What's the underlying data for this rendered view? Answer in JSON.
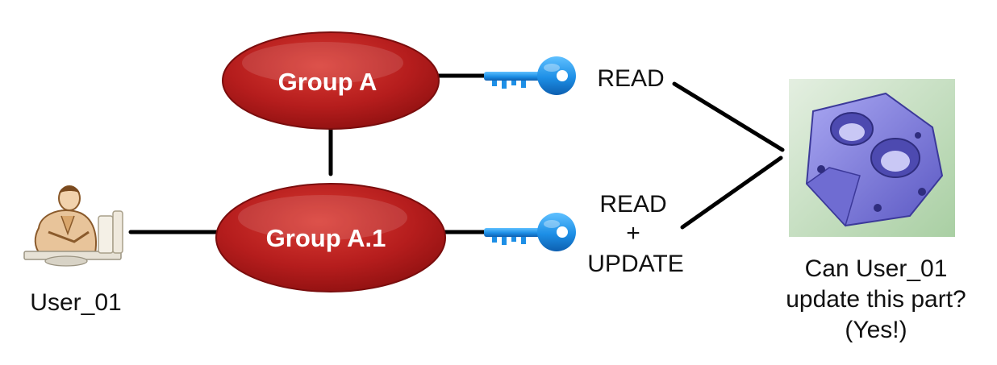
{
  "groups": {
    "group_a": {
      "label": "Group A"
    },
    "group_a1": {
      "label": "Group A.1"
    }
  },
  "user": {
    "label": "User_01",
    "icon": "user-at-desk-icon"
  },
  "permissions": {
    "read": {
      "label": "READ"
    },
    "read_update": {
      "line1": "READ",
      "line2": "+",
      "line3": "UPDATE"
    }
  },
  "part": {
    "icon": "cad-part-icon",
    "question_line1": "Can User_01",
    "question_line2": "update this part?",
    "question_line3": "(Yes!)"
  },
  "colors": {
    "group_fill": "#b51d1d",
    "key_blue": "#1d8fe6",
    "part_purple": "#7d7bd8",
    "connector": "#000000"
  }
}
